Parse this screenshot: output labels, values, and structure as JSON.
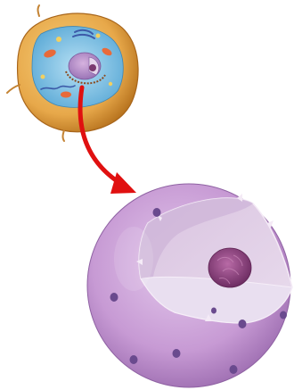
{
  "figure": {
    "subjects": [
      "animal-cell",
      "cell-nucleus"
    ],
    "relationship": "magnified-view",
    "colors": {
      "background": "#ffffff",
      "cell_membrane": "#e7a84a",
      "cell_membrane_dark": "#b8741f",
      "cytoplasm": "#7fc3e8",
      "nucleus_membrane": "#b98ac8",
      "nucleus_interior": "#dcc6e2",
      "nucleolus": "#8a3f7e",
      "nuclear_pore": "#6a4a8e",
      "arrow": "#e01010"
    }
  }
}
